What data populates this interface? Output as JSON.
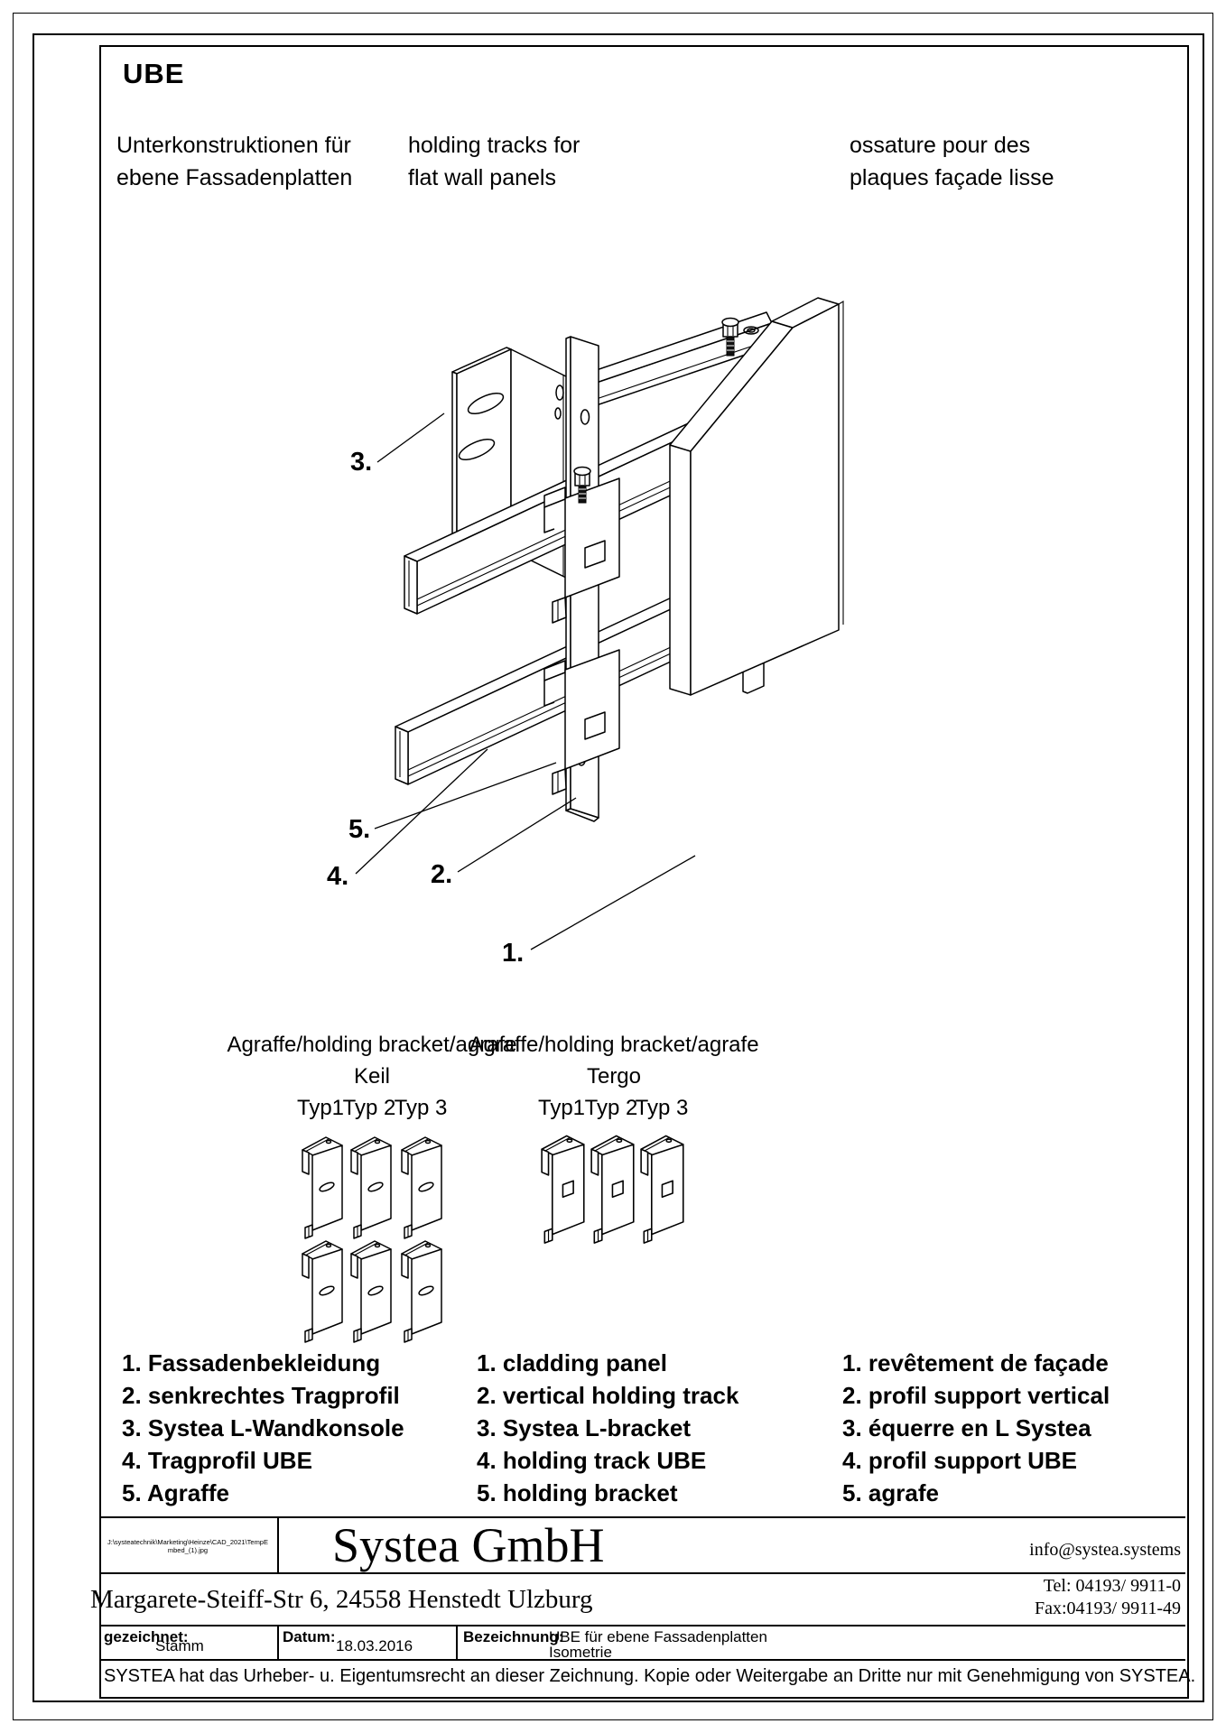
{
  "page": {
    "title": "UBE",
    "subtitle_de_1": "Unterkonstruktionen für",
    "subtitle_de_2": "ebene Fassadenplatten",
    "subtitle_en_1": "holding tracks for",
    "subtitle_en_2": "flat wall panels",
    "subtitle_fr_1": "ossature pour des",
    "subtitle_fr_2": "plaques façade lisse"
  },
  "drawing": {
    "callouts": [
      "1.",
      "2.",
      "3.",
      "4.",
      "5."
    ]
  },
  "agraffe": {
    "left": {
      "title": "Agraffe/holding bracket/agrafe",
      "subtitle": "Keil",
      "types": [
        "Typ1",
        "Typ 2",
        "Typ 3"
      ]
    },
    "right": {
      "title": "Agraffe/holding bracket/agrafe",
      "subtitle": "Tergo",
      "types": [
        "Typ1",
        "Typ 2",
        "Typ 3"
      ]
    }
  },
  "legend": {
    "de": [
      "1. Fassadenbekleidung",
      "2. senkrechtes Tragprofil",
      "3. Systea L-Wandkonsole",
      "4. Tragprofil UBE",
      "5. Agraffe"
    ],
    "en": [
      "1. cladding panel",
      "2. vertical holding track",
      "3. Systea L-bracket",
      "4. holding track UBE",
      "5. holding bracket"
    ],
    "fr": [
      "1. revêtement de façade",
      "2. profil support vertical",
      "3. équerre en L Systea",
      "4. profil support UBE",
      "5. agrafe"
    ]
  },
  "titleblock": {
    "file_path": "J:\\systeatechnik\\Marketing\\Heinze\\CAD_2021\\TempEmbed_(1).jpg",
    "company": "Systea GmbH",
    "email": "info@systea.systems",
    "address": "Margarete-Steiff-Str 6, 24558 Henstedt Ulzburg",
    "tel": "Tel: 04193/ 9911-0",
    "fax": "Fax:04193/ 9911-49",
    "drawn_label": "gezeichnet:",
    "drawn_by": "Stamm",
    "date_label": "Datum:",
    "date": "18.03.2016",
    "designation_label": "Bezeichnung:",
    "designation_line1": "UBE für ebene Fassadenplatten",
    "designation_line2": "Isometrie",
    "copyright": "SYSTEA hat das Urheber- u. Eigentumsrecht an dieser Zeichnung. Kopie oder Weitergabe an Dritte nur mit Genehmigung von SYSTEA."
  }
}
